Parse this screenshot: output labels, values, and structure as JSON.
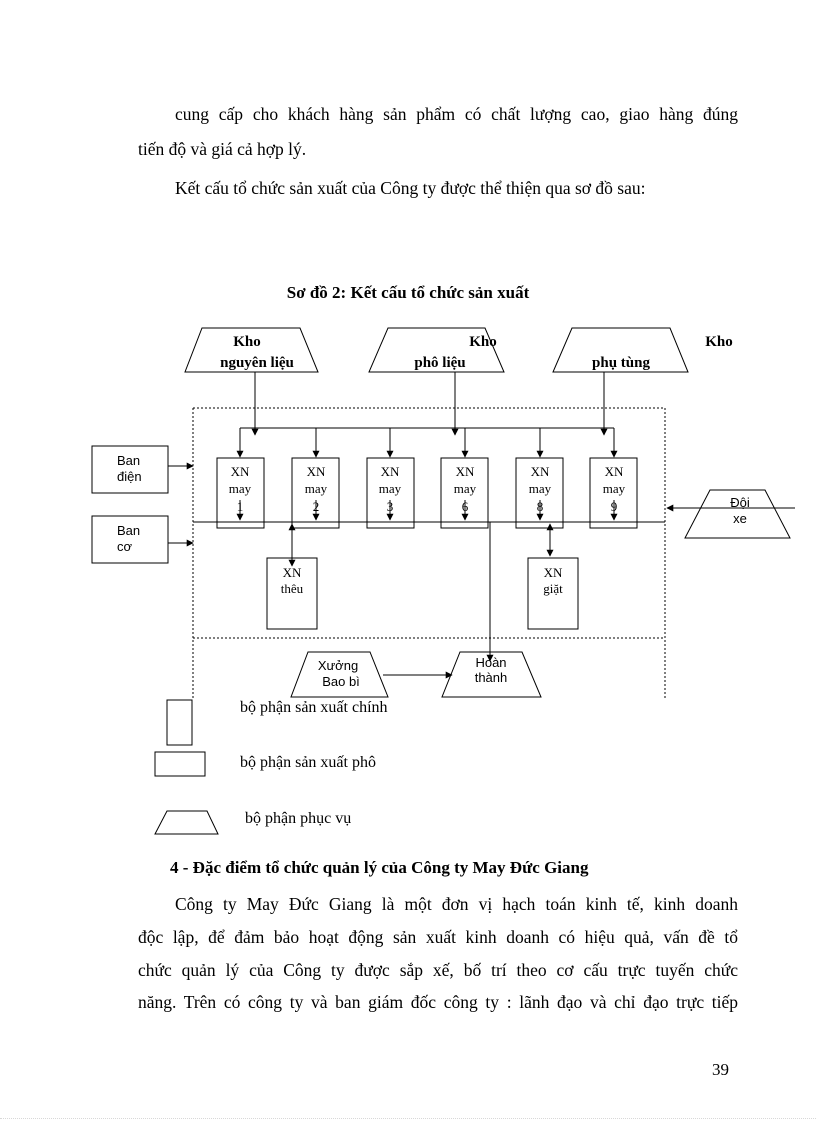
{
  "intro": {
    "line1": "cung cấp cho khách hàng sản phẩm có chất lượng cao, giao hàng đúng",
    "line2": "tiến độ và giá cả hợp lý.",
    "line3": "Kết cấu tổ chức sản xuất của Công ty được thể thiện qua sơ đồ sau:"
  },
  "diagram": {
    "title": "Sơ đồ 2: Kết cấu tổ chức sản xuất",
    "warehouses": [
      {
        "line1": "Kho",
        "line2": "nguyên liệu"
      },
      {
        "line1": "Kho",
        "line2": "phô liệu"
      },
      {
        "line1": "Kho",
        "line2": "phụ tùng"
      }
    ],
    "side_boxes": [
      {
        "line1": "Ban",
        "line2": "điện"
      },
      {
        "line1": "Ban",
        "line2": "cơ"
      }
    ],
    "factories": [
      {
        "line1": "XN",
        "line2": "may",
        "line3": "1"
      },
      {
        "line1": "XN",
        "line2": "may",
        "line3": "2"
      },
      {
        "line1": "XN",
        "line2": "may",
        "line3": "3"
      },
      {
        "line1": "XN",
        "line2": "may",
        "line3": "6"
      },
      {
        "line1": "XN",
        "line2": "may",
        "line3": "8"
      },
      {
        "line1": "XN",
        "line2": "may",
        "line3": "9"
      }
    ],
    "aux": [
      {
        "line1": "XN",
        "line2": "thêu"
      },
      {
        "line1": "XN",
        "line2": "giặt"
      }
    ],
    "packaging": {
      "line1": "Xưởng",
      "line2": "Bao bì"
    },
    "finishing": {
      "line1": "Hoàn",
      "line2": "thành"
    },
    "vehicles": {
      "line1": "Đội",
      "line2": "xe"
    }
  },
  "legend": {
    "main": "bộ phận sản xuất chính",
    "secondary": "bộ phận sản xuất phô",
    "service": "bộ phận phục vụ"
  },
  "section4": {
    "heading": "4 - Đặc điểm tổ chức quản lý của Công ty May Đức Giang",
    "line1": "Công ty May Đức Giang là một đơn vị hạch toán kinh tế, kinh doanh",
    "line2": "độc lập, để đảm bảo hoạt động sản xuất kinh doanh có hiệu quả, vấn đề tổ",
    "line3": "chức quản lý của Công ty được sắp xế, bố trí theo cơ cấu trực tuyến chức",
    "line4": "năng. Trên có công ty và ban giám đốc công ty : lãnh đạo và chỉ đạo trực tiếp"
  },
  "page_number": "39"
}
